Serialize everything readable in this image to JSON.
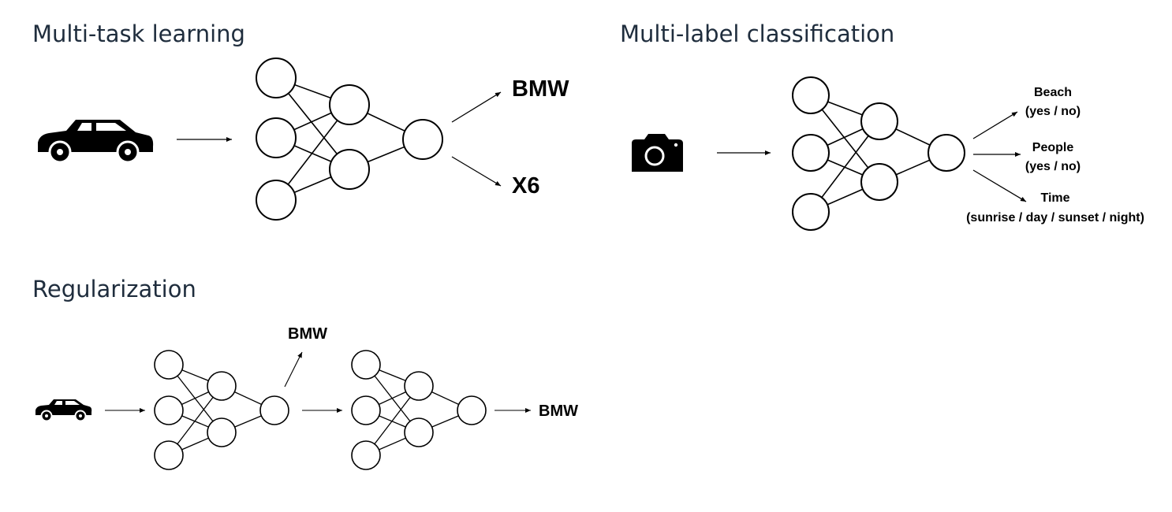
{
  "sections": {
    "multi_task": {
      "title": "Multi-task learning",
      "outputs": [
        "BMW",
        "X6"
      ]
    },
    "multi_label": {
      "title": "Multi-label classification",
      "outputs": [
        {
          "name": "Beach",
          "options": "(yes / no)"
        },
        {
          "name": "People",
          "options": "(yes / no)"
        },
        {
          "name": "Time",
          "options": "(sunrise / day / sunset / night)"
        }
      ]
    },
    "regularization": {
      "title": "Regularization",
      "aux_output": "BMW",
      "final_output": "BMW"
    }
  },
  "icons": [
    "car-icon",
    "camera-icon",
    "small-car-icon"
  ],
  "colors": {
    "heading": "#1f2d3d",
    "line": "#000000"
  }
}
